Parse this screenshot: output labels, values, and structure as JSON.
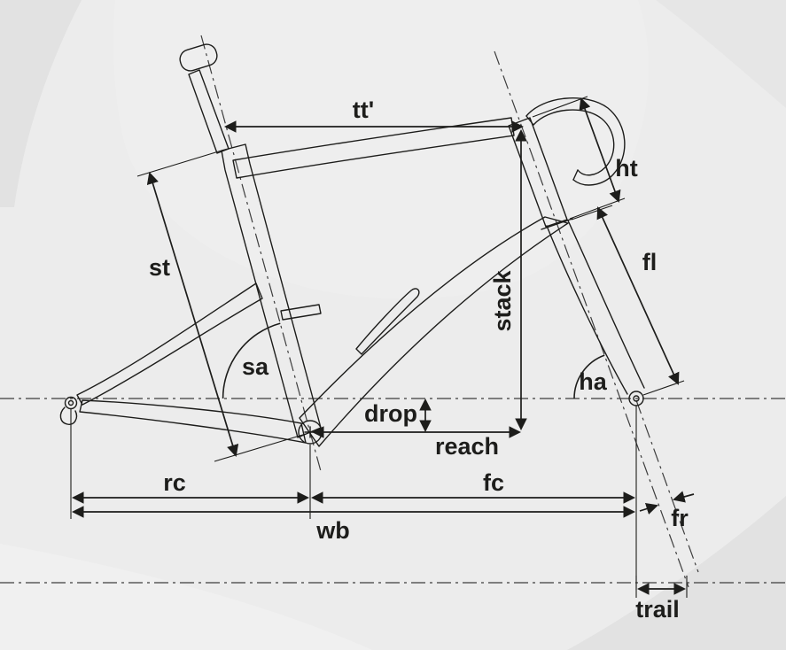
{
  "diagram": {
    "title": "bike-frame-geometry-diagram",
    "labels": {
      "top_tube": "tt'",
      "head_tube": "ht",
      "fork_length": "fl",
      "seat_tube": "st",
      "stack": "stack",
      "seat_angle": "sa",
      "head_angle": "ha",
      "drop": "drop",
      "reach": "reach",
      "rear_center": "rc",
      "front_center": "fc",
      "wheelbase": "wb",
      "fork_rake": "fr",
      "trail": "trail"
    },
    "colors": {
      "background": "#ececec",
      "background_light": "#f1f1f1",
      "background_dark": "#e2e2e2",
      "line": "#1d1d1b",
      "centerline": "#3d3d3d"
    }
  }
}
